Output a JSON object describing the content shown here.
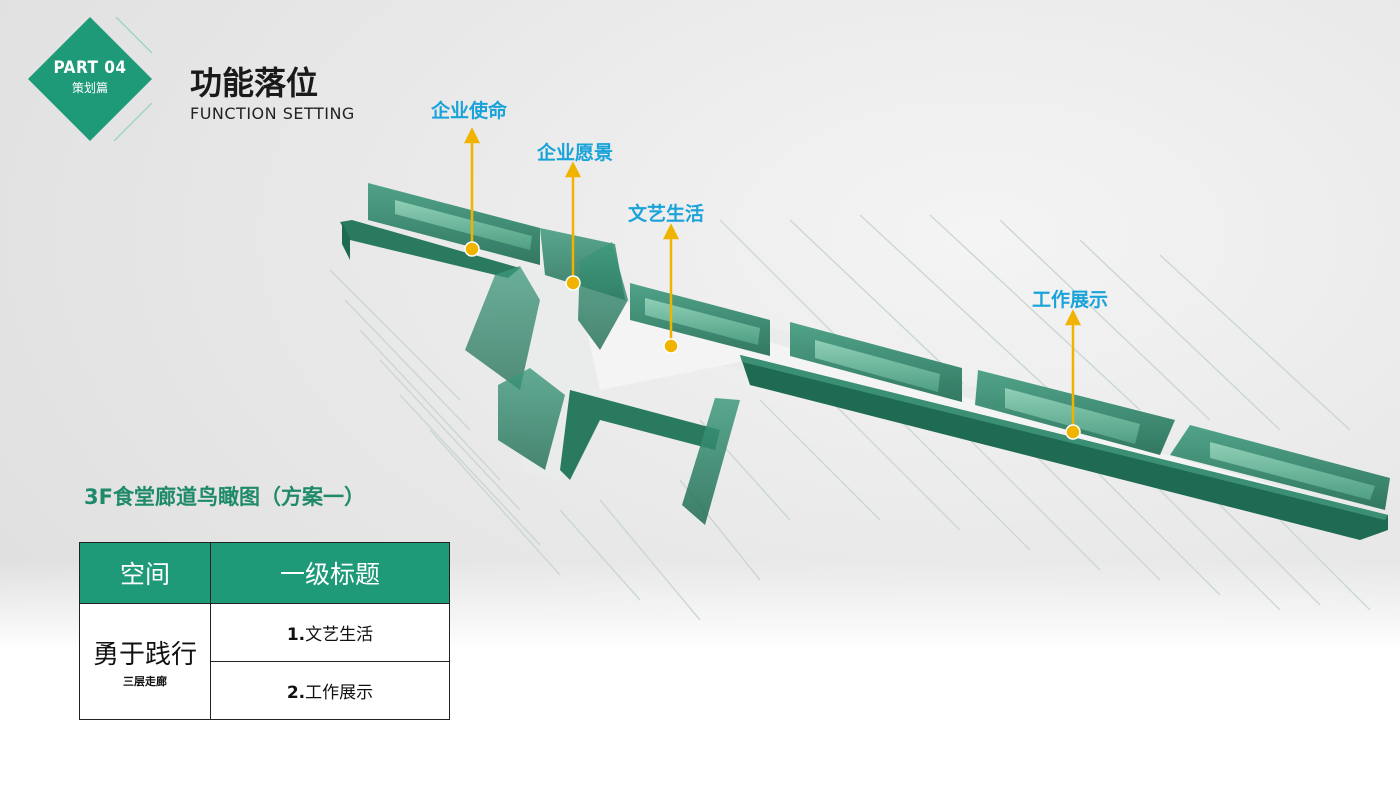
{
  "header": {
    "part_label": "PART 04",
    "part_sub": "策划篇",
    "title": "功能落位",
    "subtitle": "FUNCTION SETTING"
  },
  "callouts": [
    "企业使命",
    "企业愿景",
    "文艺生活",
    "工作展示"
  ],
  "caption": "3F食堂廊道鸟瞰图（方案一）",
  "table": {
    "headers": [
      "空间",
      "一级标题"
    ],
    "space_main": "勇于践行",
    "space_sub": "三层走廊",
    "rows": [
      {
        "num": "1.",
        "text": "文艺生活"
      },
      {
        "num": "2.",
        "text": "工作展示"
      }
    ]
  },
  "colors": {
    "accent": "#1f9a78",
    "callout": "#1aa3d9",
    "marker": "#f0b400",
    "glass": "#2f7f66"
  }
}
